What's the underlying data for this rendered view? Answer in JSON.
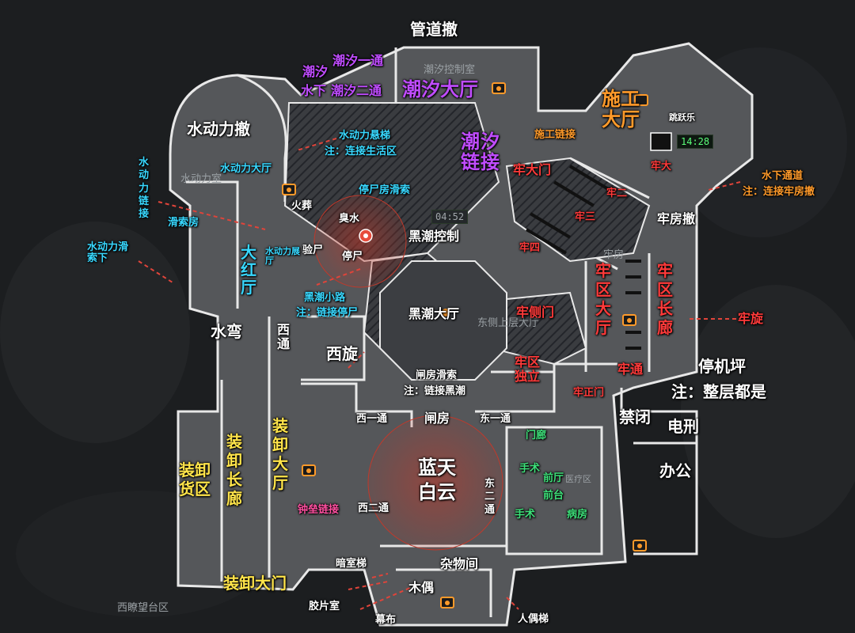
{
  "colors": {
    "bg": "#1a1c1e",
    "floor": "#57595c",
    "wall": "#e8e8e8",
    "hatch": "#3a3c40",
    "white": "#ffffff",
    "yellow": "#ffe44a",
    "cyan": "#38d8ff",
    "purple": "#c04cff",
    "orange": "#ff9a2a",
    "red": "#ff3a3a",
    "green": "#3ee07a",
    "pink": "#ff4fa0"
  },
  "labels": {
    "guandao": "管道撤",
    "chaoxi_yitong": "潮汐一通",
    "chaoxi": "潮汐",
    "shuixia": "水下",
    "chaoxi_ertong": "潮汐二通",
    "chaoxi_kongzhishi": "潮汐控制室",
    "chaoxi_dating": "潮汐大厅",
    "chaoxi_lianjie": "潮汐链接",
    "shigong_dating": "施工大厅",
    "shigong_lianjie": "施工链接",
    "tiaoyuele": "跳跃乐",
    "shuidongli_che": "水动力撤",
    "shuidongli_xuanti": "水动力悬梯",
    "note_shenghuoqu": "注：连接生活区",
    "shuidongli_dating": "水动力大厅",
    "shuidongli_shi": "水动力室",
    "shuidongli_lianjie": "水动力链接",
    "huasuofang": "滑索房",
    "shuidongli_huasuoxia": "水动力滑索下",
    "tinshi_huasuo": "停尸房滑索",
    "huozang": "火葬",
    "choushui": "臭水",
    "yanshi": "验尸",
    "tingshi": "停尸",
    "shuidongli_zhanting": "水动力展厅",
    "dahongting": "大红厅",
    "heichao_kongzhi": "黑潮控制",
    "heichao_xiaolu": "黑潮小路",
    "note_tingshi": "注：链接停尸",
    "heichao_dating": "黑潮大厅",
    "dongce_dating": "东侧上层大厅",
    "shuiwan": "水弯",
    "xitong": "西通",
    "xixuan": "西旋",
    "zhafang_huasuo": "闸房滑索",
    "note_heichao": "注：链接黑潮",
    "laodamen": "牢大门",
    "laoda": "牢大",
    "laoer": "牢二",
    "laosan": "牢三",
    "laosi": "牢四",
    "laocemen": "牢侧门",
    "laofang": "牢房",
    "laoqu_dating": "牢区大厅",
    "laoqu_changlang": "牢区长廊",
    "laotong": "牢通",
    "laoqu_duli": "牢区独立",
    "laozhengmen": "牢正门",
    "laofang_che": "牢房撤",
    "shuixia_tongdao": "水下通道",
    "note_laofang": "注：连接牢房撤",
    "laoxuan": "牢旋",
    "tingjiping": "停机坪",
    "note_zhengceng": "注：整层都是",
    "jinbi": "禁闭",
    "dianxing": "电刑",
    "bangong": "办公",
    "xiyitong": "西一通",
    "zhafang": "闸房",
    "dongyitong": "东一通",
    "lantian_baiyun": "蓝天白云",
    "dongertong": "东二通",
    "xiertong": "西二通",
    "zhuangxie_huoqu": "装卸货区",
    "zhuangxie_changlang": "装卸长廊",
    "zhuangxie_dating": "装卸大厅",
    "zhuangxie_damen": "装卸大门",
    "zhonglei_lianjie": "钟垒链接",
    "menlang": "门廊",
    "shoushu": "手术",
    "qianting": "前厅",
    "yizhen": "医疗区",
    "qiantai": "前台",
    "shoushu2": "手术",
    "bingfang": "病房",
    "anshiti": "暗室梯",
    "zawujian": "杂物间",
    "muou": "木偶",
    "jiaopianshi": "胶片室",
    "mubu": "幕布",
    "renouti": "人偶梯",
    "xiliao_wangtaiqu": "西瞭望台区",
    "clock1": "14:28",
    "clock2": "04:52"
  }
}
